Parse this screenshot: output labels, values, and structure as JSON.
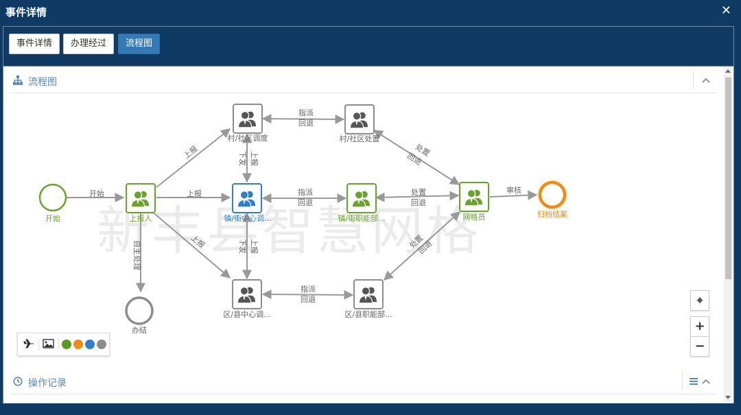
{
  "window": {
    "title": "事件详情",
    "close_icon": "close-icon",
    "background": "#0e3a63"
  },
  "tabs": [
    {
      "label": "事件详情",
      "active": false
    },
    {
      "label": "办理经过",
      "active": false
    },
    {
      "label": "流程图",
      "active": true
    }
  ],
  "flow_panel": {
    "title": "流程图",
    "icon": "sitemap-icon",
    "collapse_icon": "chevron-up-icon"
  },
  "records_panel": {
    "title": "操作记录",
    "icon": "clock-icon",
    "menu_icon": "list-icon",
    "collapse_icon": "chevron-up-icon"
  },
  "watermark": "新丰县智慧网格",
  "nodes": {
    "start": "开始",
    "reporter": "上报人",
    "done": "办结",
    "village_dispatch": "村/社区调度",
    "village_handle": "村/社区处置",
    "town_center": "镇/街中心调...",
    "town_dept": "镇/街职能部...",
    "district_center": "区/县中心调...",
    "district_dept": "区/县职能部...",
    "gridman": "网格员",
    "archive": "归档结案"
  },
  "edges": {
    "start": "开始",
    "report": "上报",
    "self_handle": "自主处理",
    "assign": "指派",
    "return": "回退",
    "handle": "处置",
    "review": "审核",
    "issue": "下发"
  },
  "colors": {
    "green": "#6aa329",
    "orange": "#f08c16",
    "blue": "#2f7fd1",
    "gray": "#8c8c8c",
    "edge": "#999999",
    "panel_title": "#5b8ab8"
  },
  "toolbox": {
    "plane_icon": "plane-icon",
    "image_icon": "image-icon",
    "legend_colors": [
      "#5a9a1e",
      "#f08c16",
      "#2f7fd1",
      "#8c8c8c"
    ]
  },
  "zoom": {
    "locate_icon": "locate-icon",
    "zoom_in": "+",
    "zoom_out": "−"
  }
}
